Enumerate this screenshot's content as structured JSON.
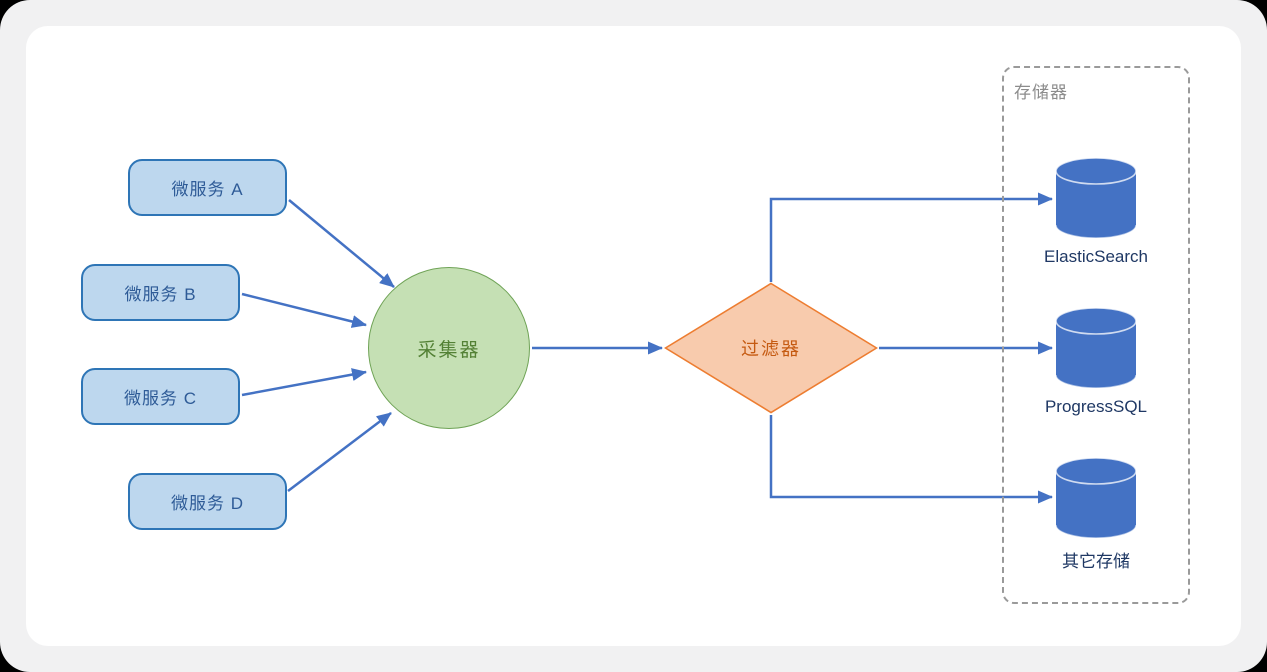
{
  "diagram": {
    "type": "flow-diagram",
    "microservices": [
      {
        "id": "a",
        "label": "微服务 A"
      },
      {
        "id": "b",
        "label": "微服务 B"
      },
      {
        "id": "c",
        "label": "微服务 C"
      },
      {
        "id": "d",
        "label": "微服务 D"
      }
    ],
    "collector": {
      "label": "采集器"
    },
    "filter": {
      "label": "过滤器"
    },
    "storage_group": {
      "label": "存储器",
      "stores": [
        {
          "label": "ElasticSearch"
        },
        {
          "label": "ProgressSQL"
        },
        {
          "label": "其它存储"
        }
      ]
    },
    "edges": [
      {
        "from": "microservice-a",
        "to": "collector"
      },
      {
        "from": "microservice-b",
        "to": "collector"
      },
      {
        "from": "microservice-c",
        "to": "collector"
      },
      {
        "from": "microservice-d",
        "to": "collector"
      },
      {
        "from": "collector",
        "to": "filter"
      },
      {
        "from": "filter",
        "to": "ElasticSearch"
      },
      {
        "from": "filter",
        "to": "ProgressSQL"
      },
      {
        "from": "filter",
        "to": "其它存储"
      }
    ],
    "colors": {
      "connector_blue": "#4472C4",
      "microservice_fill": "#BDD7EE",
      "microservice_border": "#2E75B6",
      "microservice_text": "#2E5B97",
      "collector_fill": "#C5E0B4",
      "collector_border": "#6FA356",
      "collector_text": "#538135",
      "filter_fill": "#F8CBAD",
      "filter_border": "#ED7D31",
      "filter_text": "#C55A11",
      "cylinder_fill": "#4472C4",
      "storage_group_label_gray": "#8C8C8C",
      "store_label_navy": "#1F3864"
    }
  }
}
